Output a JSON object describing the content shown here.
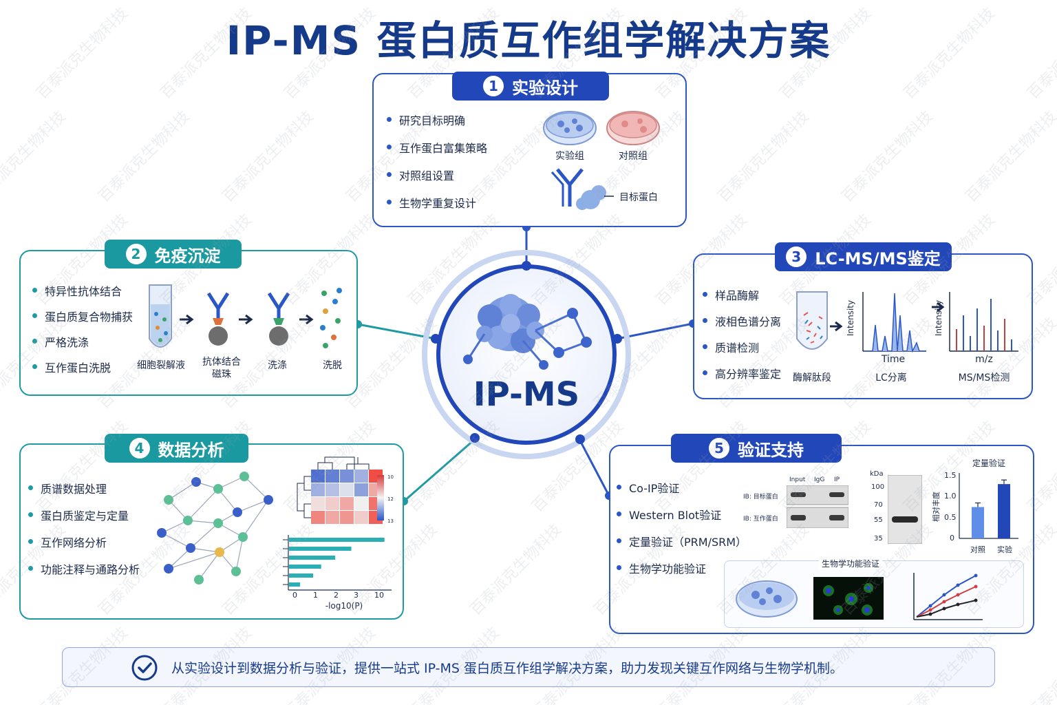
{
  "title": "IP-MS 蛋白质互作组学解决方案",
  "center": {
    "label": "IP-MS"
  },
  "colors": {
    "primary_blue": "#2247b8",
    "teal": "#1a9aa0",
    "title_navy": "#163a8a"
  },
  "watermark": "百泰派克生物科技",
  "sections": {
    "design": {
      "number": "1",
      "title": "实验设计",
      "bullets": [
        "研究目标明确",
        "互作蛋白富集策略",
        "对照组设置",
        "生物学重复设计"
      ],
      "dish_labels": [
        "实验组",
        "对照组"
      ],
      "target_label": "目标蛋白"
    },
    "ip": {
      "number": "2",
      "title": "免疫沉淀",
      "bullets": [
        "特异性抗体结合",
        "蛋白质复合物捕获",
        "严格洗涤",
        "互作蛋白洗脱"
      ],
      "steps": [
        "细胞裂解液",
        "抗体结合\n磁珠",
        "洗涤",
        "洗脱"
      ]
    },
    "lcms": {
      "number": "3",
      "title": "LC-MS/MS鉴定",
      "bullets": [
        "样品酶解",
        "液相色谱分离",
        "质谱检测",
        "高分辨率鉴定"
      ],
      "captions": [
        "酶解肽段",
        "LC分离",
        "MS/MS检测"
      ],
      "axis": {
        "intensity": "Intensity",
        "time": "Time",
        "mz": "m/z"
      }
    },
    "analysis": {
      "number": "4",
      "title": "数据分析",
      "bullets": [
        "质谱数据处理",
        "蛋白质鉴定与定量",
        "互作网络分析",
        "功能注释与通路分析"
      ],
      "bar_chart": {
        "xlabel": "-log10(P)",
        "ticks": [
          "0",
          "1",
          "2",
          "3",
          "10"
        ],
        "values": [
          9.5,
          6.2,
          4.6,
          3.2,
          2.4,
          1.1
        ]
      },
      "heatmap": {
        "scale_labels": [
          "10",
          "12",
          "13"
        ],
        "rows": [
          [
            0.1,
            0.15,
            0.2,
            0.3,
            0.95
          ],
          [
            0.3,
            0.35,
            0.45,
            0.25,
            0.7
          ],
          [
            0.55,
            0.6,
            0.7,
            0.5,
            0.85
          ],
          [
            0.8,
            0.7,
            0.75,
            0.6,
            0.9
          ]
        ]
      }
    },
    "validation": {
      "number": "5",
      "title": "验证支持",
      "bullets": [
        "Co-IP验证",
        "Western Blot验证",
        "定量验证（PRM/SRM）",
        "生物学功能验证"
      ],
      "blot": {
        "lanes": [
          "Input",
          "IgG",
          "IP"
        ],
        "rows": [
          "IB: 目标蛋白",
          "IB: 互作蛋白"
        ],
        "kda_label": "kDa",
        "markers": [
          "100",
          "70",
          "55",
          "35"
        ]
      },
      "quant": {
        "title": "定量验证",
        "ylabel": "相对丰度",
        "yticks": [
          "1.5",
          "1.0",
          "0.5",
          "0"
        ],
        "categories": [
          "对照",
          "实验"
        ],
        "values": [
          0.75,
          1.3
        ]
      },
      "bio_title": "生物学功能验证"
    }
  },
  "footer": "从实验设计到数据分析与验证，提供一站式 IP-MS 蛋白质互作组学解决方案，助力发现关键互作网络与生物学机制。"
}
